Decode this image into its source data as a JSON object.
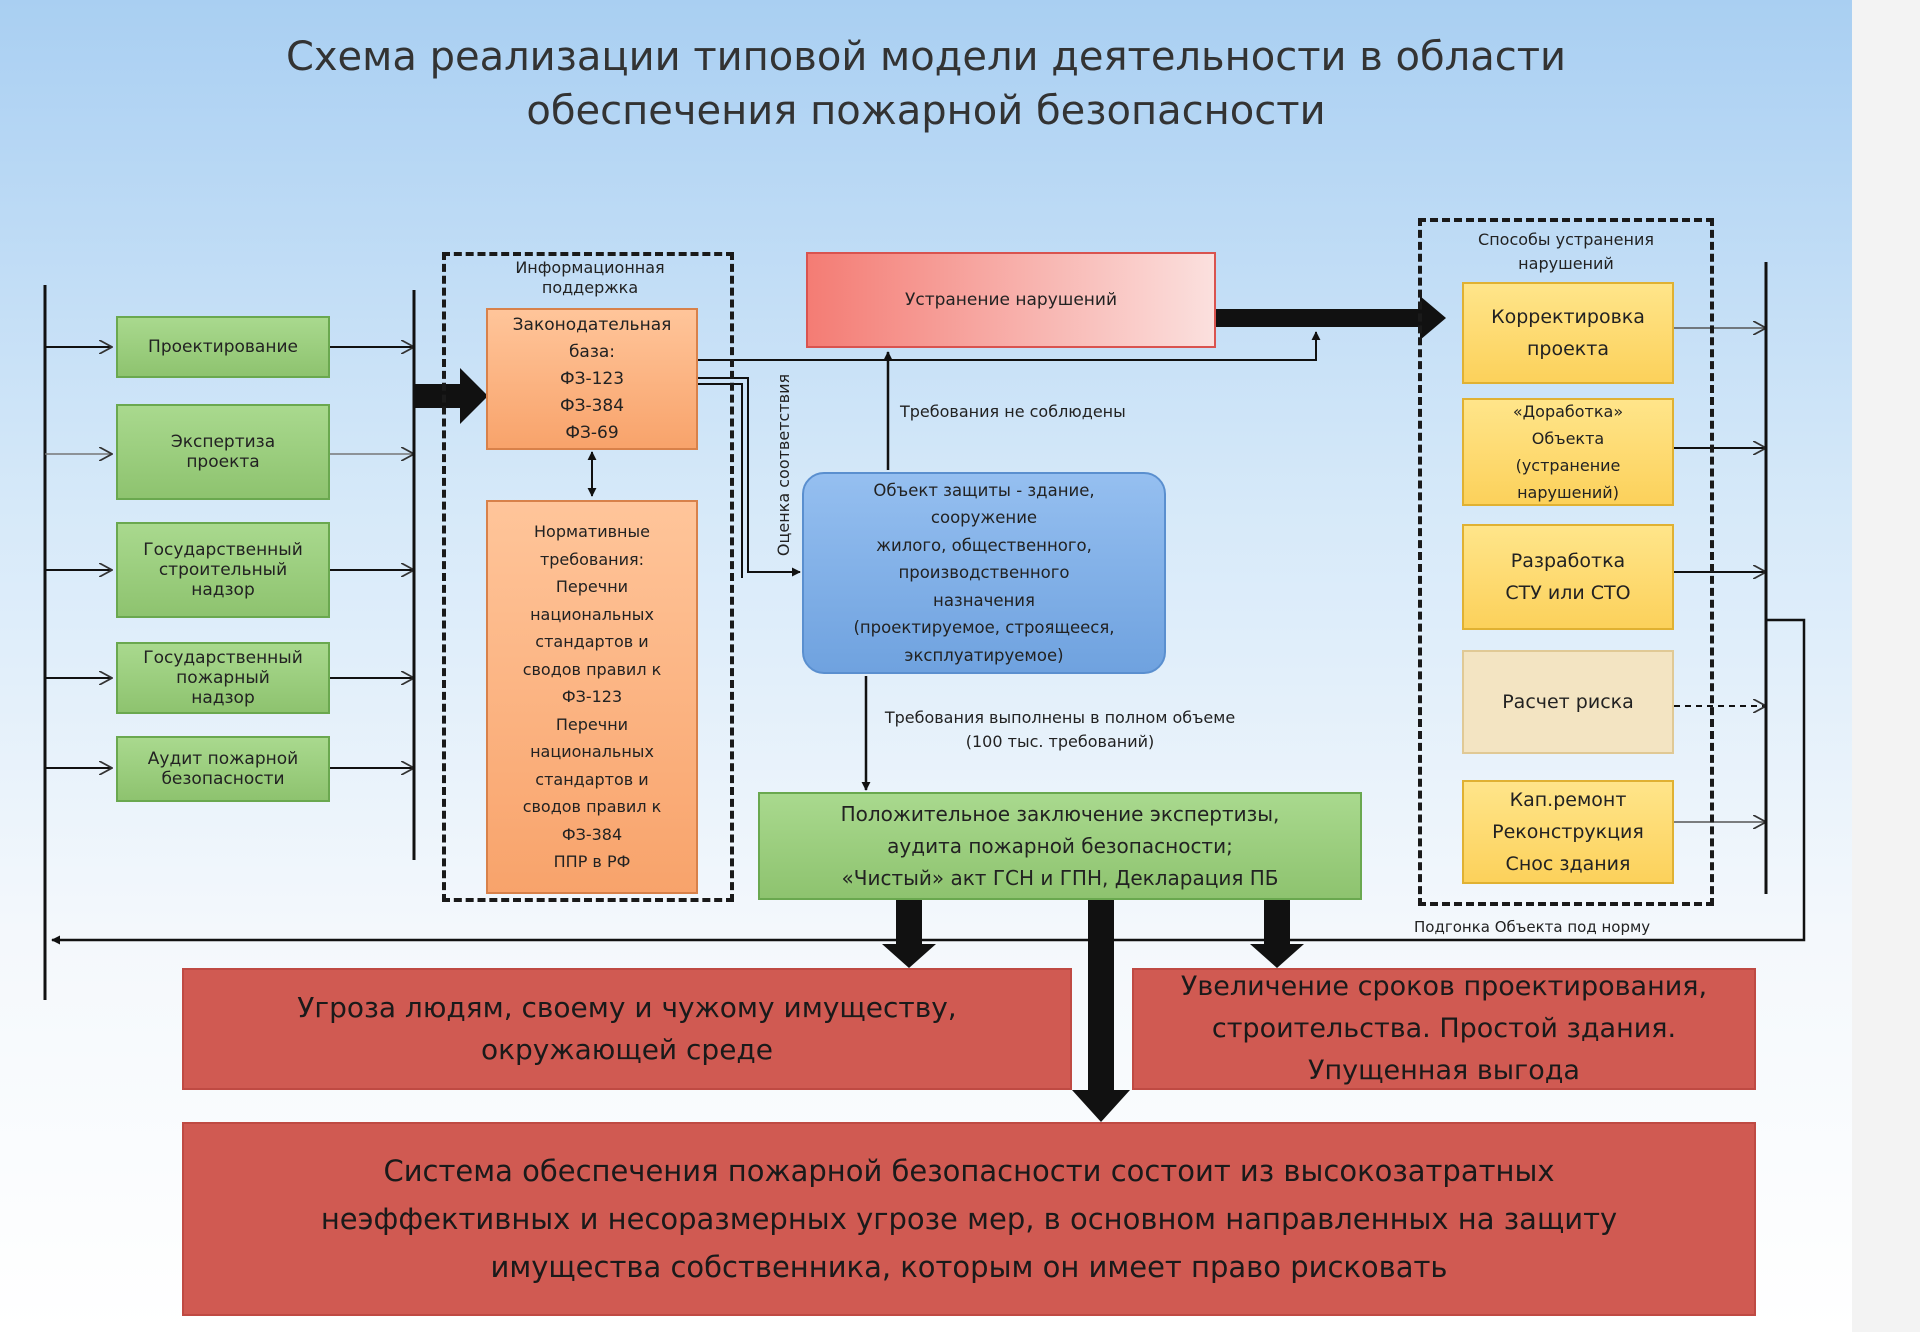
{
  "title": "Схема реализации типовой модели деятельности в области\nобеспечения пожарной безопасности",
  "left_column": [
    "Проектирование",
    "Экспертиза\nпроекта",
    "Государственный\nстроительный\nнадзор",
    "Государственный\nпожарный\nнадзор",
    "Аудит пожарной\nбезопасности"
  ],
  "info_support": {
    "label": "Информационная\nподдержка",
    "legislative_base": "Законодательная\nбаза:\nФЗ-123\nФЗ-384\nФЗ-69",
    "normative": "Нормативные\nтребования:\nПеречни\nнациональных\nстандартов и\nсводов правил к\nФЗ-123\nПеречни\nнациональных\nстандартов и\nсводов правил к\nФЗ-384\nППР в РФ"
  },
  "conformity_label": "Оценка соответствия",
  "violations_fix": "Устранение нарушений",
  "requirements_not_met": "Требования не соблюдены",
  "protected_object": "Объект защиты - здание,\nсооружение\nжилого, общественного,\nпроизводственного\nназначения\n(проектируемое, строящееся,\nэксплуатируемое)",
  "requirements_met": "Требования выполнены в полном объеме\n(100 тыс. требований)",
  "positive_conclusion": "Положительное заключение экспертизы,\nаудита пожарной безопасности;\n«Чистый» акт ГСН и ГПН, Декларация ПБ",
  "remedies": {
    "label": "Способы устранения\nнарушений",
    "items": [
      "Корректировка\nпроекта",
      "«Доработка»\nОбъекта\n(устранение\nнарушений)",
      "Разработка\nСТУ или СТО",
      "Расчет риска",
      "Кап.ремонт\nРеконструкция\nСнос здания"
    ]
  },
  "fit_object_label": "Подгонка Объекта под норму",
  "outcomes": {
    "threat": "Угроза людям, своему и чужому имуществу,\nокружающей среде",
    "delay": "Увеличение сроков проектирования,\nстроительства. Простой здания.\nУпущенная выгода",
    "conclusion": "Система обеспечения пожарной безопасности состоит из высокозатратных\nнеэффективных и несоразмерных угрозе мер, в основном направленных на защиту\nимущества собственника, которым он имеет право рисковать"
  }
}
